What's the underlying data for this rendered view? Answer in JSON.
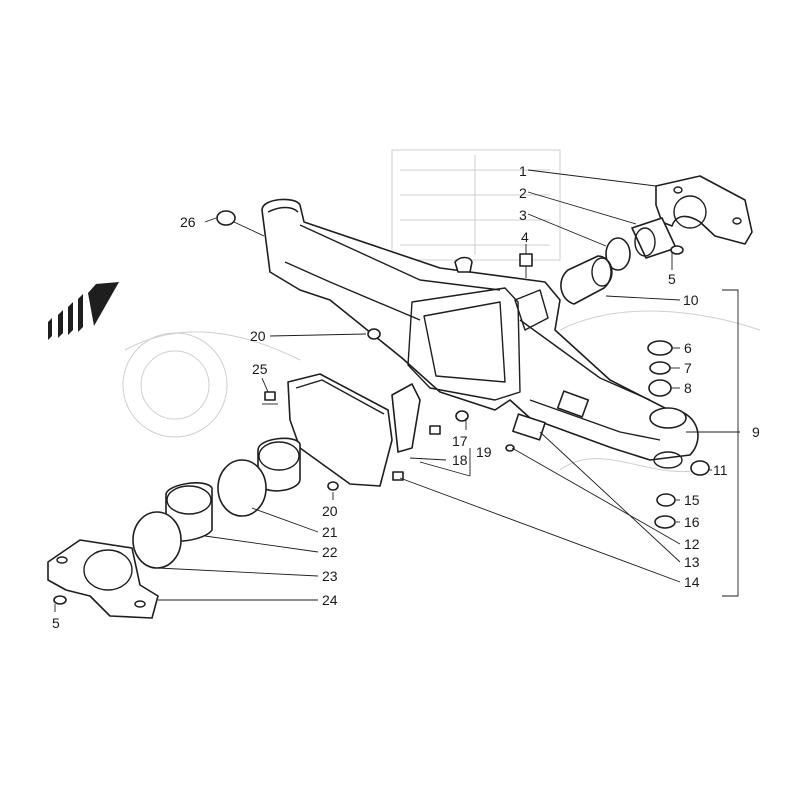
{
  "diagram": {
    "colors": {
      "ink": "#1e1e1e",
      "faint": "#cfcfcf",
      "paper": "#ffffff"
    },
    "callouts": [
      {
        "id": "1",
        "text": "1"
      },
      {
        "id": "2",
        "text": "2"
      },
      {
        "id": "3",
        "text": "3"
      },
      {
        "id": "4",
        "text": "4"
      },
      {
        "id": "5a",
        "text": "5"
      },
      {
        "id": "6",
        "text": "6"
      },
      {
        "id": "7",
        "text": "7"
      },
      {
        "id": "8",
        "text": "8"
      },
      {
        "id": "9",
        "text": "9"
      },
      {
        "id": "10",
        "text": "10"
      },
      {
        "id": "11",
        "text": "11"
      },
      {
        "id": "12",
        "text": "12"
      },
      {
        "id": "13",
        "text": "13"
      },
      {
        "id": "14",
        "text": "14"
      },
      {
        "id": "15",
        "text": "15"
      },
      {
        "id": "16",
        "text": "16"
      },
      {
        "id": "17",
        "text": "17"
      },
      {
        "id": "18",
        "text": "18"
      },
      {
        "id": "19",
        "text": "19"
      },
      {
        "id": "20a",
        "text": "20"
      },
      {
        "id": "20b",
        "text": "20"
      },
      {
        "id": "21",
        "text": "21"
      },
      {
        "id": "22",
        "text": "22"
      },
      {
        "id": "23",
        "text": "23"
      },
      {
        "id": "24",
        "text": "24"
      },
      {
        "id": "25",
        "text": "25"
      },
      {
        "id": "26",
        "text": "26"
      },
      {
        "id": "5b",
        "text": "5"
      }
    ]
  }
}
